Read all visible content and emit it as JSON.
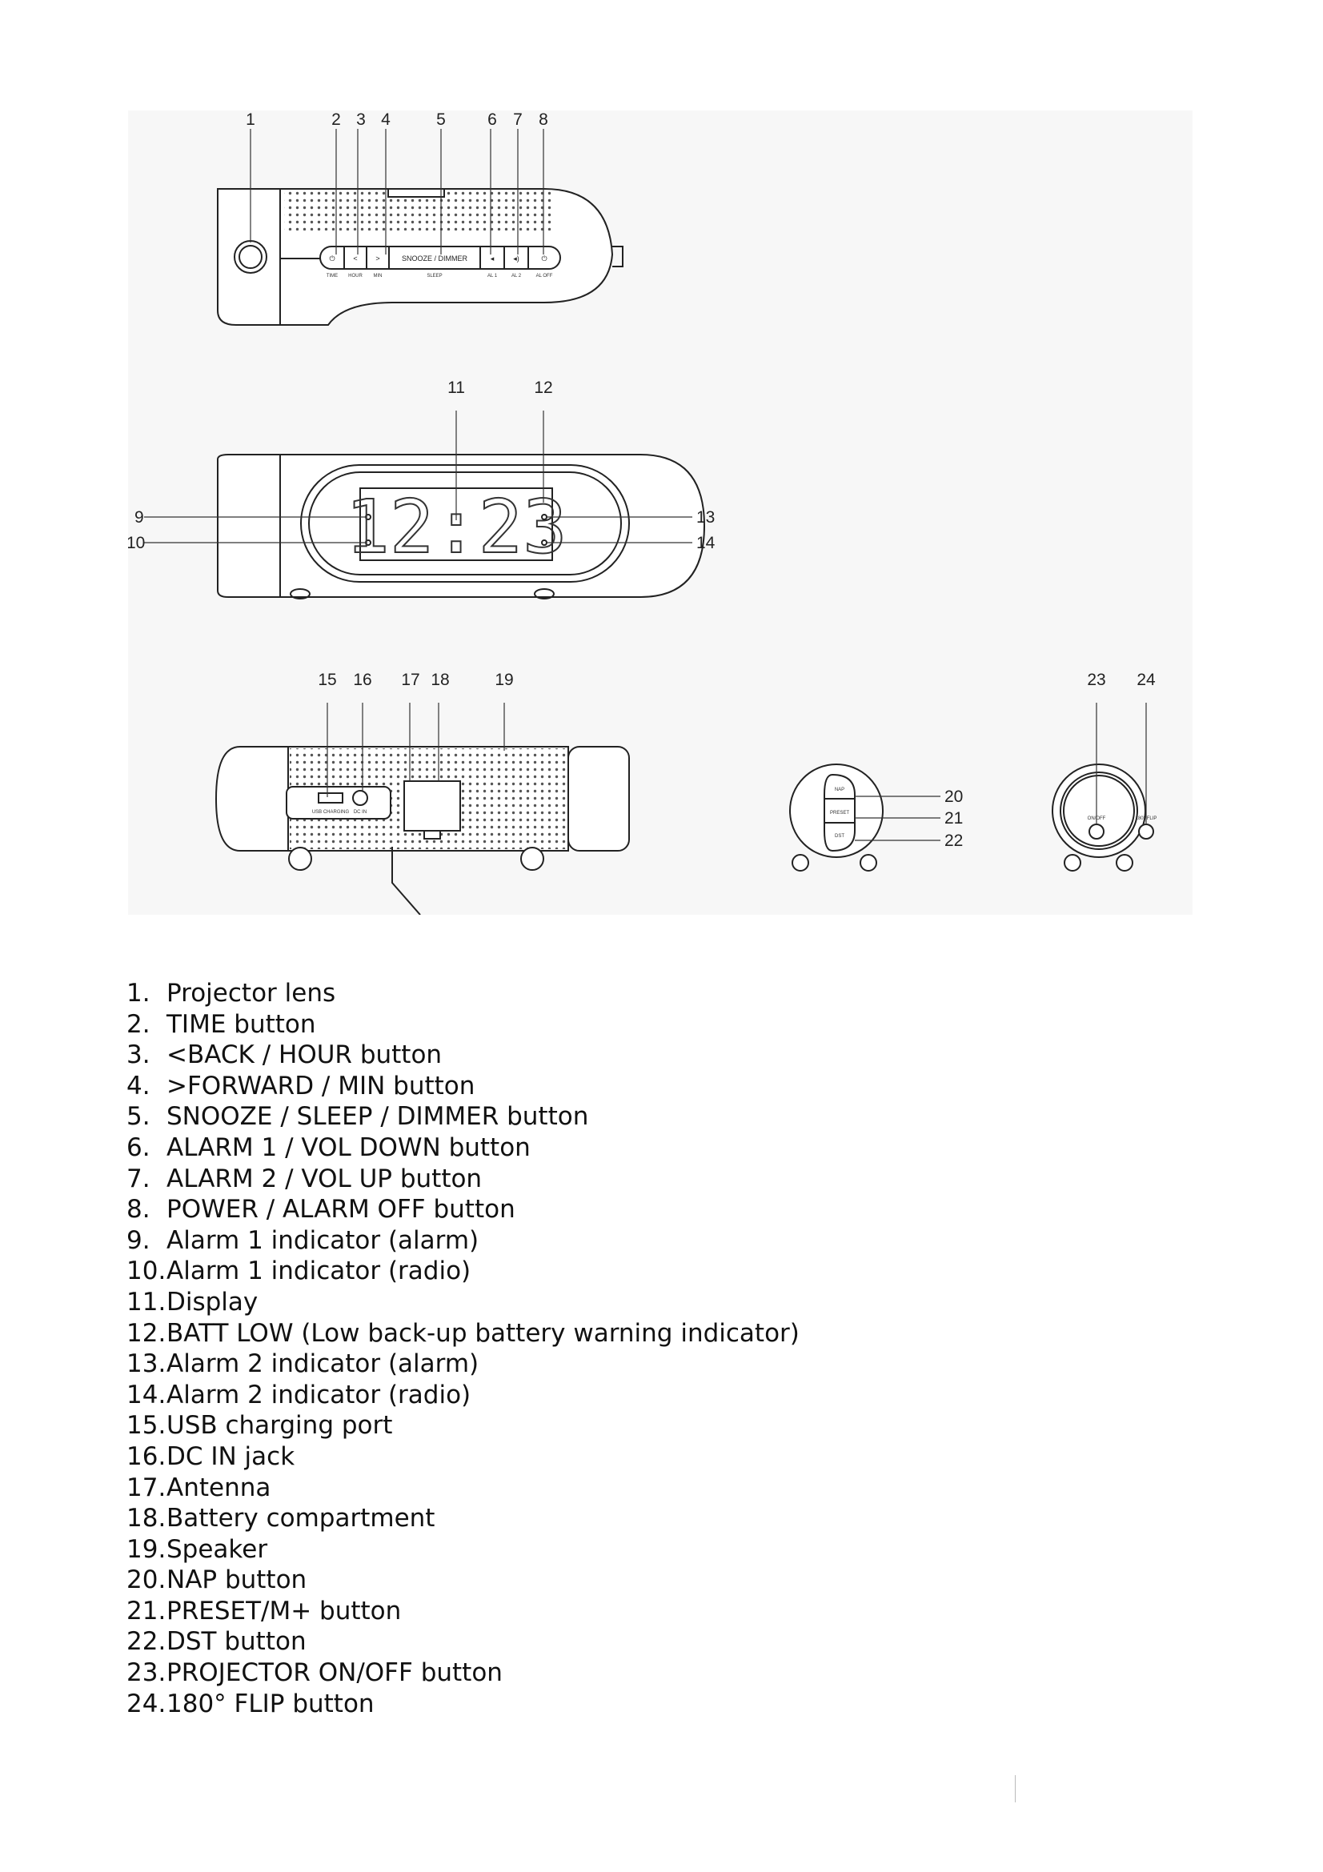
{
  "diagram": {
    "callouts": [
      "1",
      "2",
      "3",
      "4",
      "5",
      "6",
      "7",
      "8",
      "9",
      "10",
      "11",
      "12",
      "13",
      "14",
      "15",
      "16",
      "17",
      "18",
      "19",
      "20",
      "21",
      "22",
      "23",
      "24"
    ],
    "top_view_buttons": {
      "snooze_dimmer": "SNOOZE / DIMMER",
      "time": "TIME",
      "hour": "HOUR",
      "min": "MIN",
      "sleep": "SLEEP",
      "al1": "AL 1",
      "al2": "AL 2",
      "aloff": "AL OFF"
    },
    "display_time": "12:23",
    "rear_labels": {
      "usb": "USB CHARGING",
      "dc": "DC IN"
    },
    "side_labels": {
      "nap": "NAP",
      "preset": "PRESET",
      "dst": "DST",
      "onoff": "ON/OFF",
      "flip": "180° FLIP"
    }
  },
  "parts": [
    {
      "num": "1.",
      "label": "Projector lens"
    },
    {
      "num": "2.",
      "label": "TIME button"
    },
    {
      "num": "3.",
      "label": "<BACK / HOUR button"
    },
    {
      "num": "4.",
      "label": ">FORWARD / MIN button"
    },
    {
      "num": "5.",
      "label": "SNOOZE / SLEEP / DIMMER button"
    },
    {
      "num": "6.",
      "label": "ALARM 1 / VOL DOWN button"
    },
    {
      "num": "7.",
      "label": "ALARM 2 / VOL UP button"
    },
    {
      "num": "8.",
      "label": "POWER / ALARM OFF button"
    },
    {
      "num": "9.",
      "label": "Alarm 1 indicator (alarm)"
    },
    {
      "num": "10.",
      "label": "Alarm 1 indicator (radio)"
    },
    {
      "num": "11.",
      "label": "Display"
    },
    {
      "num": "12.",
      "label": "BATT LOW (Low back-up battery warning indicator)"
    },
    {
      "num": "13.",
      "label": "Alarm 2 indicator (alarm)"
    },
    {
      "num": "14.",
      "label": "Alarm 2 indicator (radio)"
    },
    {
      "num": "15.",
      "label": "USB charging port"
    },
    {
      "num": "16.",
      "label": "DC IN jack"
    },
    {
      "num": "17.",
      "label": "Antenna"
    },
    {
      "num": "18.",
      "label": "Battery compartment"
    },
    {
      "num": "19.",
      "label": "Speaker"
    },
    {
      "num": "20.",
      "label": "NAP button"
    },
    {
      "num": "21.",
      "label": "PRESET/M+ button"
    },
    {
      "num": "22.",
      "label": "DST button"
    },
    {
      "num": "23.",
      "label": "PROJECTOR ON/OFF button"
    },
    {
      "num": "24.",
      "label": "180° FLIP button"
    }
  ]
}
